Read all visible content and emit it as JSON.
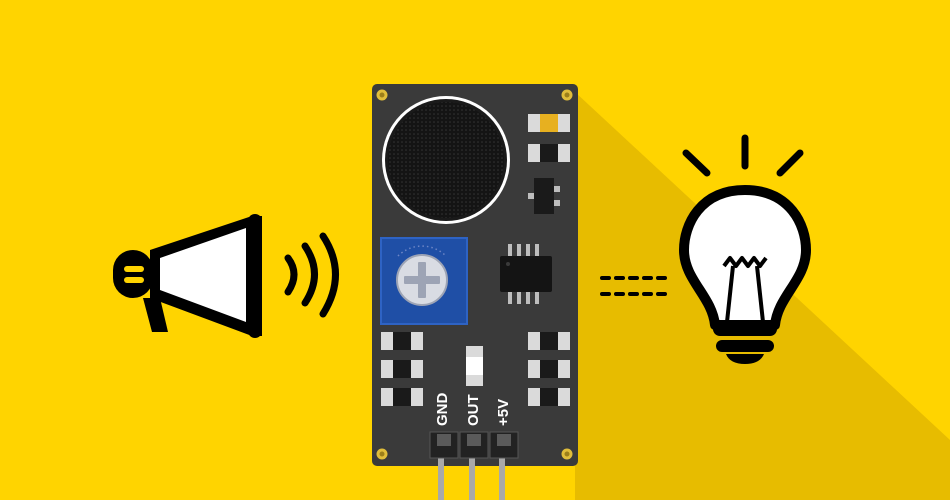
{
  "pcb": {
    "pins": [
      {
        "label": "GND"
      },
      {
        "label": "OUT"
      },
      {
        "label": "+5V"
      }
    ]
  },
  "icons": {
    "input": "megaphone-icon",
    "sensor": "sound-sensor-module",
    "output": "light-bulb-icon"
  },
  "colors": {
    "background": "#FFD400",
    "shadow": "#E7BC00",
    "pcb": "#3A3A3A",
    "potentiometer": "#1F4FA6",
    "icon": "#000000"
  }
}
